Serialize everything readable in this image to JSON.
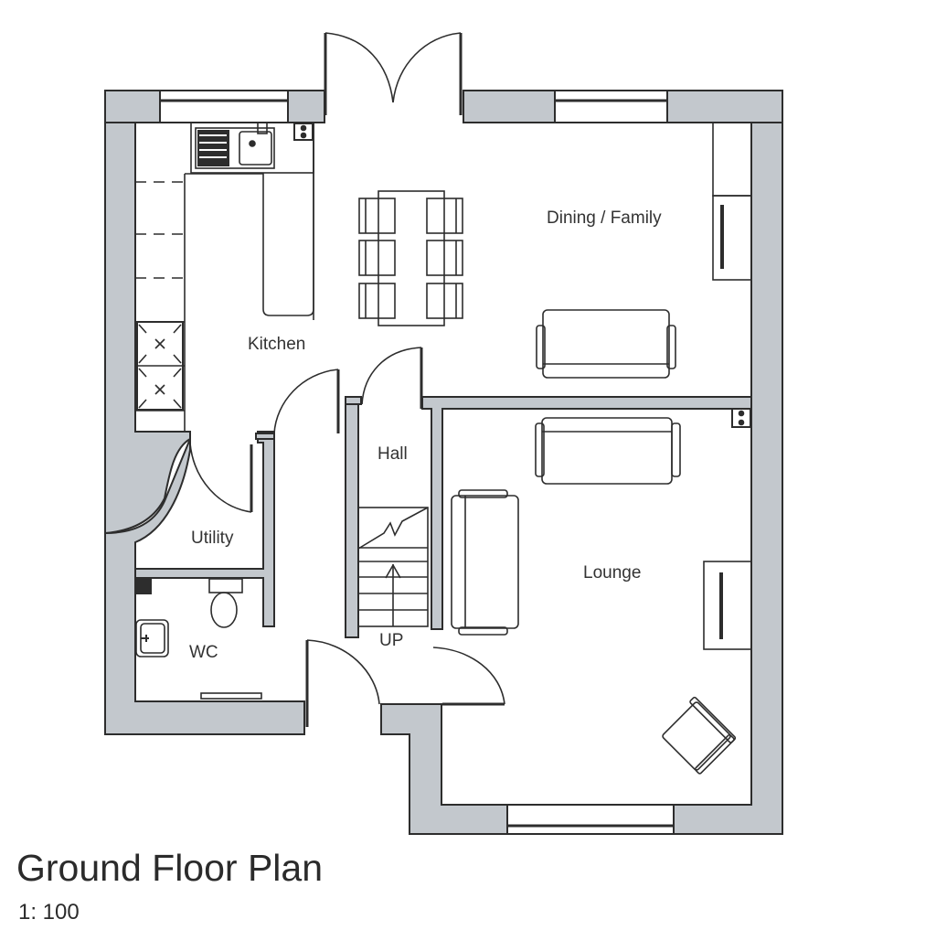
{
  "plan": {
    "title": "Ground Floor Plan",
    "scale": "1: 100",
    "colors": {
      "wall_fill": "#c3c8cd",
      "line": "#2d2d2d",
      "background": "#ffffff"
    },
    "rooms": [
      {
        "id": "kitchen",
        "label": "Kitchen"
      },
      {
        "id": "dining",
        "label": "Dining / Family"
      },
      {
        "id": "hall",
        "label": "Hall"
      },
      {
        "id": "utility",
        "label": "Utility"
      },
      {
        "id": "wc",
        "label": "WC"
      },
      {
        "id": "lounge",
        "label": "Lounge"
      }
    ],
    "stairs_label": "UP",
    "fixtures": [
      "kitchen-sink-icon",
      "hob-icon",
      "socket-icon",
      "dining-table-icon",
      "sofa-icon",
      "armchair-icon",
      "toilet-icon",
      "basin-icon",
      "radiator-icon",
      "tv-unit-icon"
    ]
  }
}
